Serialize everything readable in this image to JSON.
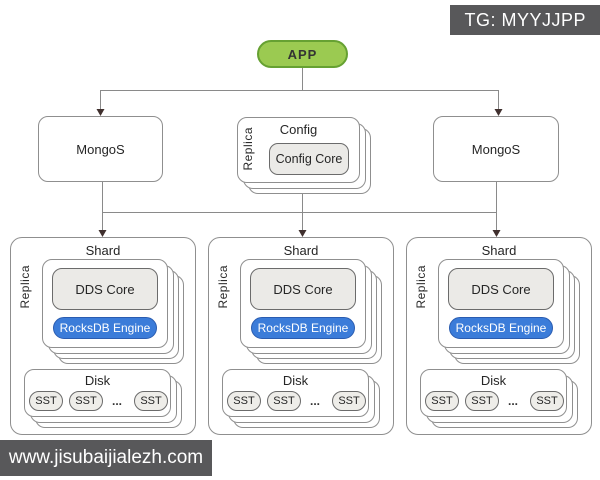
{
  "watermarks": {
    "top_right": "TG: MYYJJPP",
    "bottom_left": "www.jisubaijialezh.com"
  },
  "app": {
    "label": "APP"
  },
  "routers": {
    "left": {
      "label": "MongoS"
    },
    "right": {
      "label": "MongoS"
    }
  },
  "config": {
    "title": "Config",
    "replica": "Replica",
    "core": "Config Core"
  },
  "shards": [
    {
      "title": "Shard",
      "replica": "Replica",
      "core": "DDS Core",
      "engine": "RocksDB Engine",
      "disk": "Disk",
      "sst": [
        "SST",
        "SST",
        "SST"
      ],
      "ellipsis": "..."
    },
    {
      "title": "Shard",
      "replica": "Replica",
      "core": "DDS Core",
      "engine": "RocksDB Engine",
      "disk": "Disk",
      "sst": [
        "SST",
        "SST",
        "SST"
      ],
      "ellipsis": "..."
    },
    {
      "title": "Shard",
      "replica": "Replica",
      "core": "DDS Core",
      "engine": "RocksDB Engine",
      "disk": "Disk",
      "sst": [
        "SST",
        "SST",
        "SST"
      ],
      "ellipsis": "..."
    }
  ],
  "colors": {
    "app_fill": "#9bca51",
    "app_border": "#66a132",
    "engine_fill": "#3b7cd9",
    "engine_border": "#2a5cb0",
    "watermark_bg": "#58585a",
    "line": "#8a8a8a",
    "arrowhead": "#40302e"
  }
}
